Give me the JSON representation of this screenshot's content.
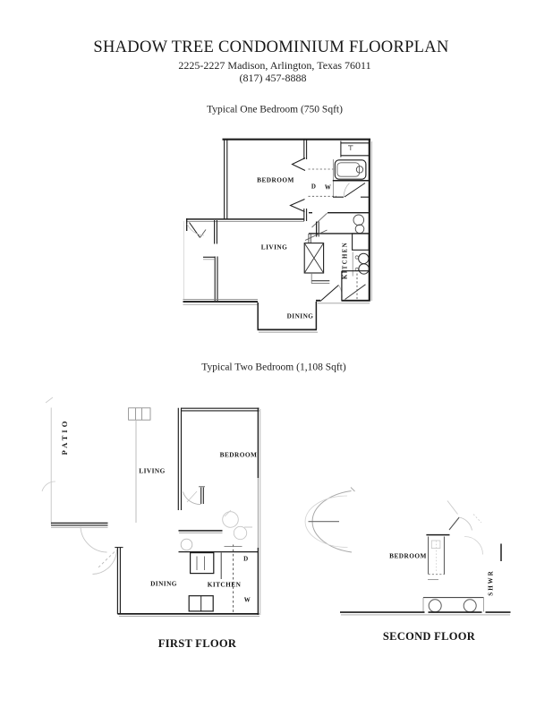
{
  "header": {
    "title": "SHADOW TREE CONDOMINIUM FLOORPLAN",
    "address": "2225-2227 Madison, Arlington, Texas 76011",
    "phone": "(817) 457-8888"
  },
  "one_bedroom": {
    "caption": "Typical One Bedroom (750 Sqft)",
    "labels": {
      "bedroom": "BEDROOM",
      "dryer": "D",
      "washer": "W",
      "living": "LIVING",
      "kitchen": "KITCHEN",
      "dining": "DINING"
    }
  },
  "two_bedroom": {
    "caption": "Typical Two Bedroom (1,108 Sqft)",
    "first_floor": {
      "title": "FIRST FLOOR",
      "labels": {
        "patio": "PATIO",
        "living": "LIVING",
        "bedroom": "BEDROOM",
        "dining": "DINING",
        "kitchen": "KITCHEN",
        "dryer": "D",
        "washer": "W"
      }
    },
    "second_floor": {
      "title": "SECOND FLOOR",
      "labels": {
        "bedroom": "BEDROOM",
        "shower": "SHWR"
      }
    }
  }
}
